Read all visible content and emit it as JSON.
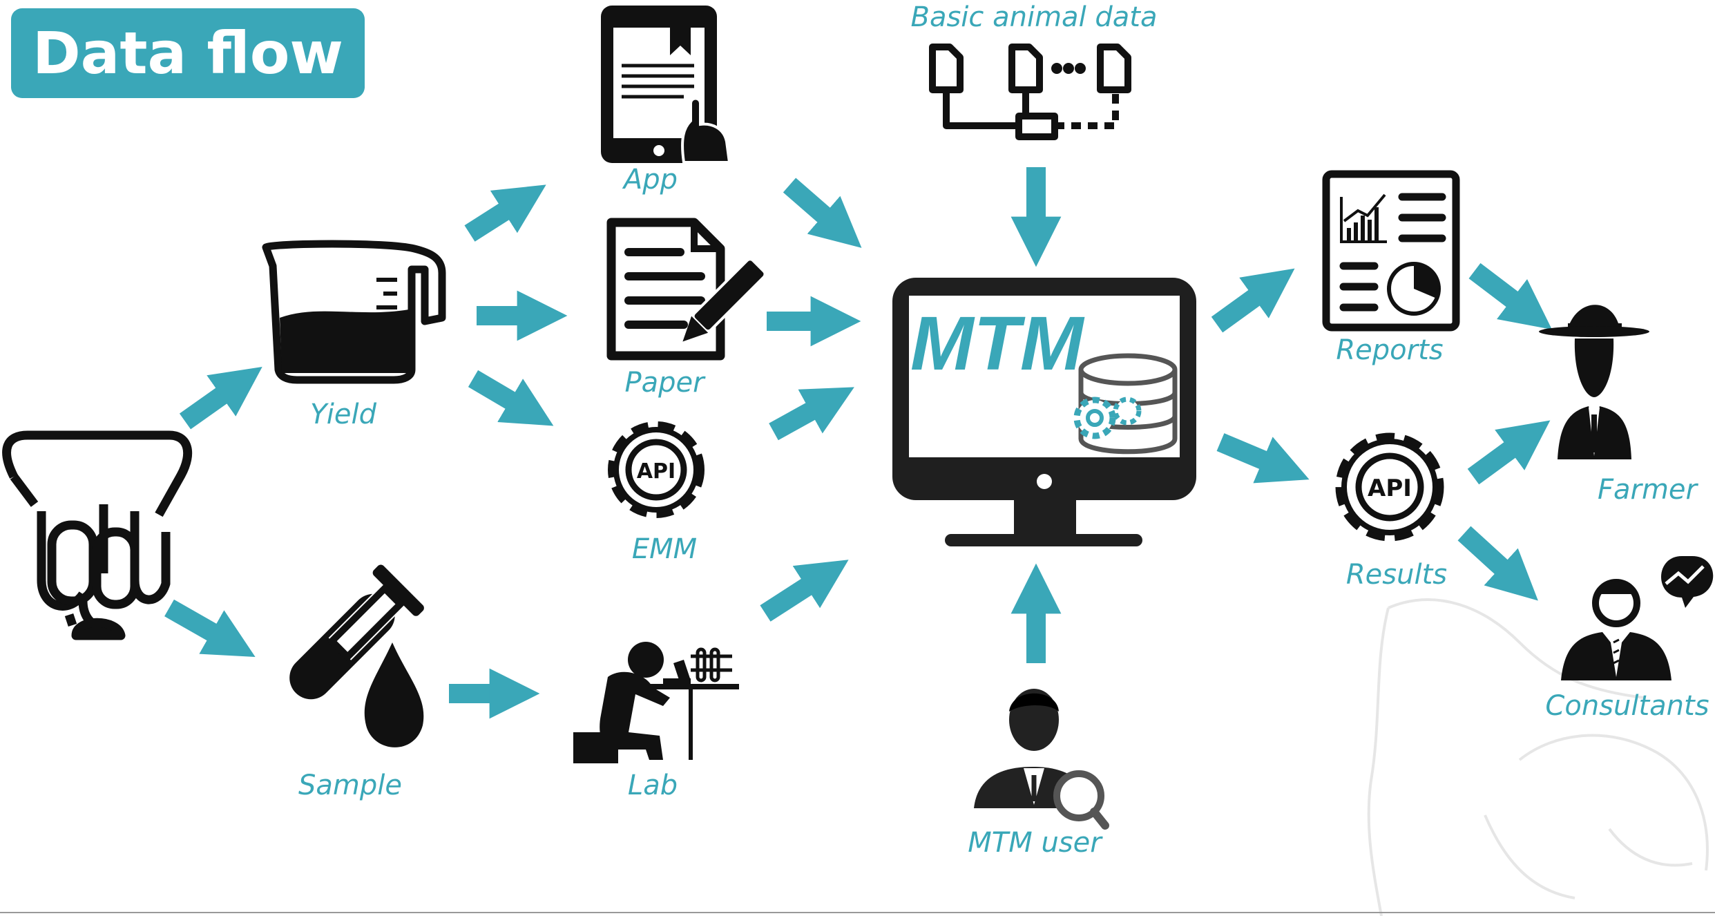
{
  "title": "Data flow",
  "nodes": {
    "yield": "Yield",
    "sample": "Sample",
    "app": "App",
    "paper": "Paper",
    "emm": "EMM",
    "lab": "Lab",
    "basic_animal_data": "Basic animal data",
    "mtm": "MTM",
    "mtm_user": "MTM user",
    "reports": "Reports",
    "results": "Results",
    "farmer": "Farmer",
    "consultants": "Consultants",
    "api_badge": "API"
  },
  "colors": {
    "accent": "#3aa7b8",
    "icon": "#111111",
    "screen_frame": "#1f1f1f"
  }
}
